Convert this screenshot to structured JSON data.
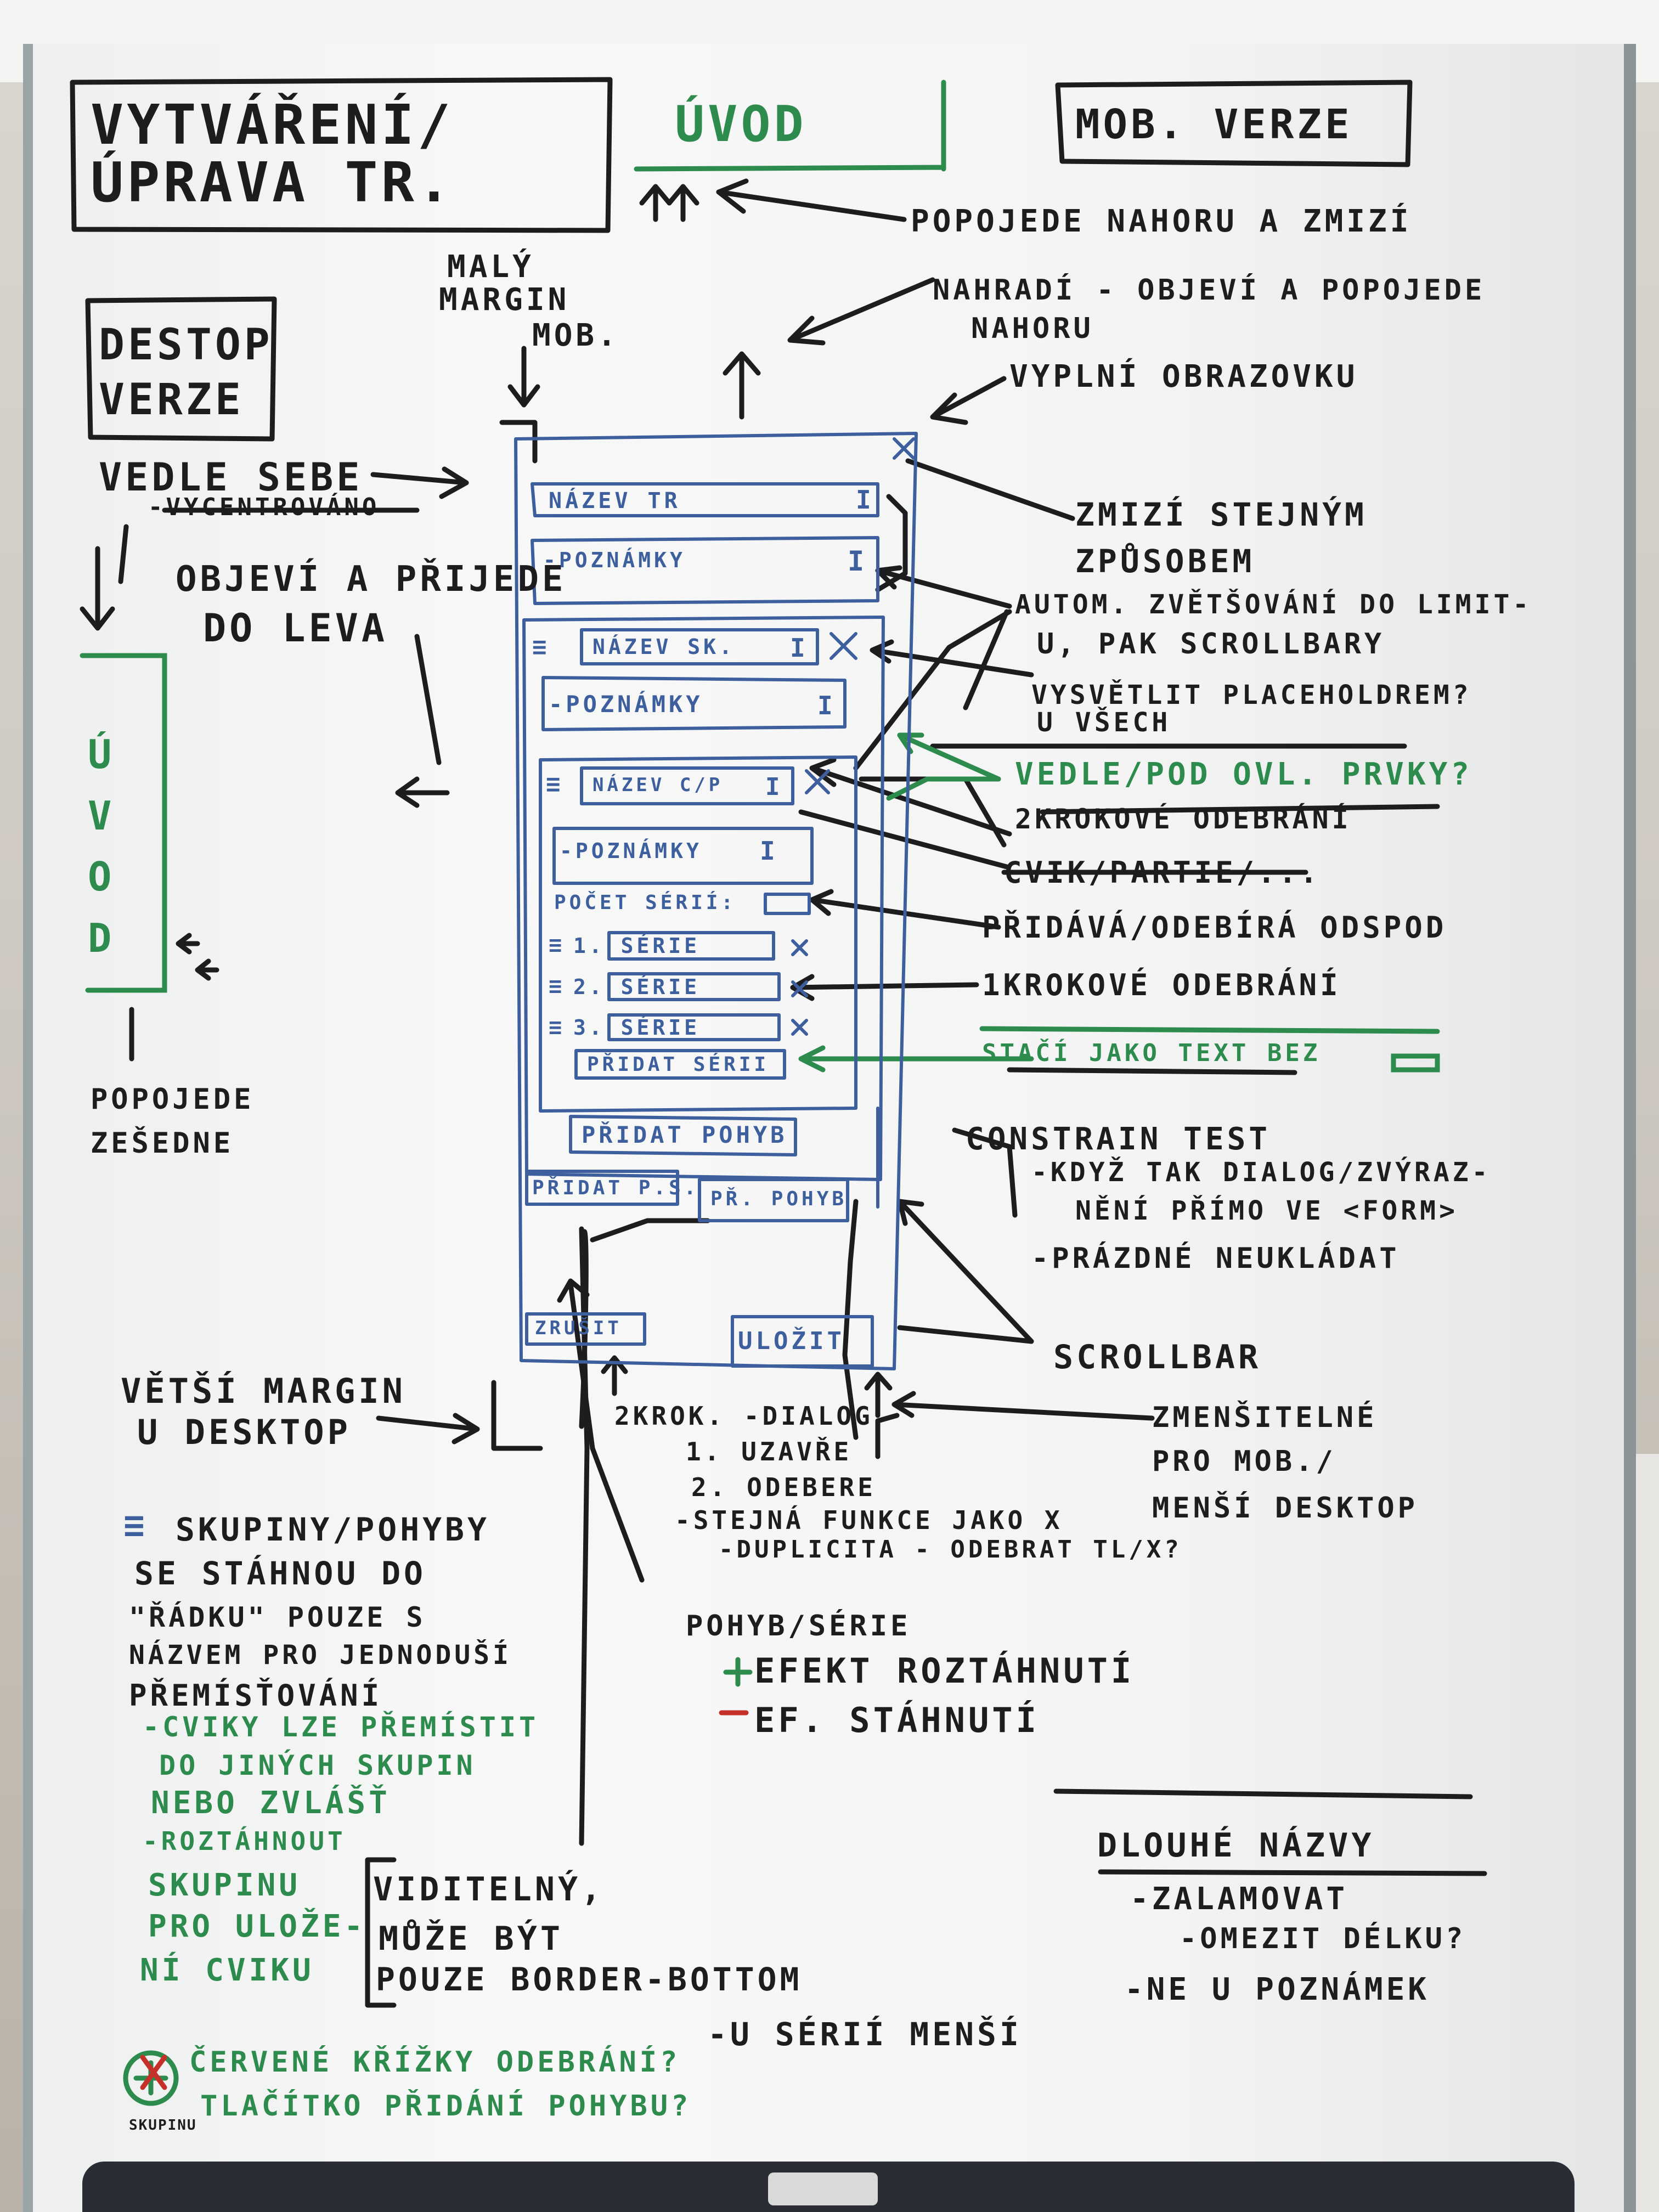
{
  "notes": {
    "title_1": "VYTVÁŘENÍ/",
    "title_2": "ÚPRAVA TR.",
    "uvod_top": "ÚVOD",
    "mob_verze": "MOB. VERZE",
    "desktop_1": "DESTOP",
    "desktop_2": "VERZE",
    "popojede_nahoru": "POPOJEDE NAHORU A ZMIZÍ",
    "nahradi_1": "NAHRADÍ - OBJEVÍ A POPOJEDE",
    "nahradi_2": "NAHORU",
    "vyplni": "VYPLNÍ OBRAZOVKU",
    "maly_1": "MALÝ",
    "maly_2": "MARGIN",
    "maly_3": "MOB.",
    "vedle_1": "VEDLE SEBE",
    "vedle_2": "-VYCENTROVÁNO",
    "objevi_1": "OBJEVÍ A PŘIJEDE",
    "objevi_2": "DO LEVA",
    "uvod_side": "ÚVOD",
    "popojede_1": "POPOJEDE",
    "popojede_2": "ZEŠEDNE",
    "zmizi_1": "ZMIZÍ STEJNÝM",
    "zmizi_2": "ZPŮSOBEM",
    "autom_1": "AUTOM. ZVĚTŠOVÁNÍ DO LIMIT-",
    "autom_2": "U, PAK SCROLLBARY",
    "vysvetlit_1": "VYSVĚTLIT PLACEHOLDREM?",
    "vysvetlit_2": "U VŠECH",
    "vedle_pod": "VEDLE/POD OVL. PRVKY?",
    "dvoukrok": "2KROKOVÉ ODEBRÁNÍ",
    "cviky": "CVIK/PARTIE/...",
    "pridava": "PŘIDÁVÁ/ODEBÍRÁ ODSPOD",
    "jednokrok": "1KROKOVÉ ODEBRÁNÍ",
    "staci": "STAČÍ JAKO TEXT BEZ",
    "constrain_1": "CONSTRAIN TEST",
    "constrain_2": "-KDYŽ TAK DIALOG/ZVÝRAZ-",
    "constrain_3": "NĚNÍ PŘÍMO VE <FORM>",
    "constrain_4": "-PRÁZDNÉ NEUKLÁDAT",
    "scrollbar": "SCROLLBAR",
    "vetsi_1": "VĚTŠÍ MARGIN",
    "vetsi_2": "U DESKTOP",
    "dialog_1": "2KROK. -DIALOG",
    "dialog_2": "1. UZAVŘE",
    "dialog_3": "2. ODEBERE",
    "dialog_4": "-STEJNÁ FUNKCE JAKO X",
    "dialog_5": "-DUPLICITA - ODEBRAT TL/X?",
    "zmensitelne_1": "ZMENŠITELNÉ",
    "zmensitelne_2": "PRO MOB./",
    "zmensitelne_3": "MENŠÍ DESKTOP",
    "skupiny_1": "SKUPINY/POHYBY",
    "skupiny_2": "SE STÁHNOU DO",
    "skupiny_3": "\"ŘÁDKU\" POUZE S",
    "skupiny_4": "NÁZVEM PRO JEDNODUŠÍ",
    "skupiny_5": "PŘEMÍSŤOVÁNÍ",
    "skupiny_6": "-CVIKY LZE PŘEMÍSTIT",
    "skupiny_7": "DO JINÝCH SKUPIN",
    "skupiny_8": "NEBO ZVLÁŠŤ",
    "skupiny_9": "-ROZTÁHNOUT",
    "skupiny_10": "SKUPINU",
    "skupiny_11": "PRO ULOŽE-",
    "skupiny_12": "NÍ CVIKU",
    "pohyb_1": "POHYB/SÉRIE",
    "pohyb_2": "EFEKT ROZTÁHNUTÍ",
    "pohyb_3": "EF. STÁHNUTÍ",
    "dlouhe_1": "DLOUHÉ NÁZVY",
    "dlouhe_2": "-ZALAMOVAT",
    "dlouhe_3": "-OMEZIT DÉLKU?",
    "dlouhe_4": "-NE U POZNÁMEK",
    "viditelny_1": "VIDITELNÝ,",
    "viditelny_2": "MŮŽE BÝT",
    "viditelny_3": "POUZE BORDER-BOTTOM",
    "u_serii": "-U SÉRIÍ MENŠÍ",
    "cervene": "ČERVENÉ KŘÍŽKY ODEBRÁNÍ?",
    "tlacitko": "TLAČÍTKO PŘIDÁNÍ POHYBU?",
    "skupinu": "SKUPINU"
  },
  "sketch": {
    "nazev_tr": "NÁZEV TR",
    "poznamky_1": "-POZNÁMKY",
    "nazev_sk": "NÁZEV SK.",
    "poznamky_2": "-POZNÁMKY",
    "nazev_cp": "NÁZEV C/P",
    "poznamky_3": "-POZNÁMKY",
    "pocet_serii": "POČET SÉRIÍ:",
    "serie_1": "1. SÉRIE",
    "serie_2": "2. SÉRIE",
    "serie_3": "3. SÉRIE",
    "pridat_serii": "PŘIDAT SÉRII",
    "pridat_pohyb": "PŘIDAT POHYB",
    "pridat_ps": "PŘIDAT P.S.",
    "pr_pohyb": "PŘ. POHYB",
    "zrusit": "ZRUŠIT",
    "ulozit": "ULOŽIT",
    "cursor_glyph": "I",
    "close_glyph": "X",
    "drag_glyph": "≡"
  },
  "colors": {
    "ink_black": "#1d1d1f",
    "ink_green": "#2d8b4e",
    "ink_blue": "#3d5f9e",
    "ink_red": "#c6302b"
  }
}
